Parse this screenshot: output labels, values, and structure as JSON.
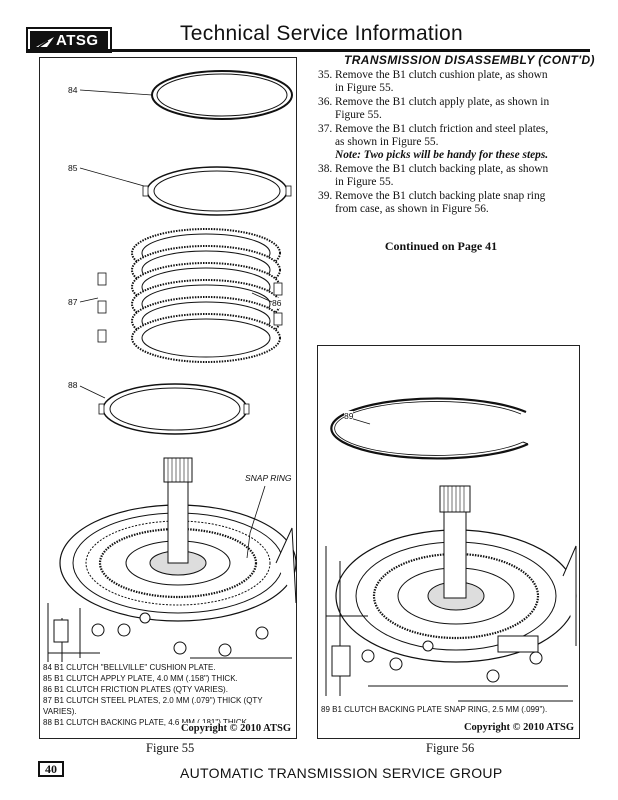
{
  "header": {
    "logo_text": "ATSG",
    "title": "Technical Service Information"
  },
  "section": {
    "title": "TRANSMISSION DISASSEMBLY (CONT'D)",
    "steps": [
      {
        "num": "35.",
        "text": "Remove the B1 clutch cushion plate, as shown",
        "cont": "in Figure 55."
      },
      {
        "num": "36.",
        "text": "Remove the B1 clutch apply plate, as shown in",
        "cont": "Figure 55."
      },
      {
        "num": "37.",
        "text": "Remove the B1 clutch friction and steel plates,",
        "cont": "as shown in Figure 55."
      },
      {
        "num": "38.",
        "text": "Remove the B1 clutch backing plate, as shown",
        "cont": "in Figure 55."
      },
      {
        "num": "39.",
        "text": "Remove the B1 clutch backing plate snap ring",
        "cont": "from case, as shown in Figure 56."
      }
    ],
    "note": "Note: Two picks will be handy for these steps.",
    "continued": "Continued on Page 41"
  },
  "figure55": {
    "callouts": {
      "c84": "84",
      "c85": "85",
      "c86": "86",
      "c87": "87",
      "c88": "88",
      "snap": "SNAP RING"
    },
    "legend": [
      "84 B1 CLUTCH \"BELLVILLE\" CUSHION PLATE.",
      "85 B1 CLUTCH APPLY PLATE, 4.0 MM (.158\") THICK.",
      "86 B1 CLUTCH FRICTION PLATES (QTY VARIES).",
      "87 B1 CLUTCH STEEL PLATES, 2.0 MM (.079\") THICK (QTY VARIES).",
      "88 B1 CLUTCH BACKING PLATE, 4.6 MM (.181\") THICK."
    ],
    "copyright": "Copyright © 2010 ATSG",
    "caption": "Figure 55"
  },
  "figure56": {
    "callouts": {
      "c89": "89"
    },
    "legend": "89 B1 CLUTCH BACKING PLATE SNAP RING, 2.5 MM (.099\").",
    "copyright": "Copyright © 2010 ATSG",
    "caption": "Figure 56"
  },
  "footer": {
    "page_number": "40",
    "text": "AUTOMATIC TRANSMISSION SERVICE GROUP"
  }
}
